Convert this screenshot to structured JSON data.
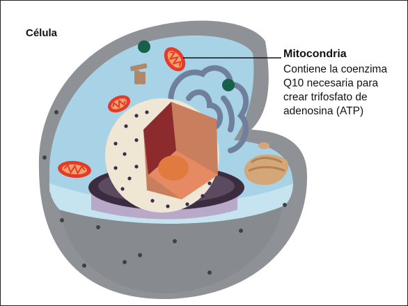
{
  "diagram": {
    "title": "Célula",
    "callout": {
      "heading": "Mitocondria",
      "description": "Contiene la coenzima Q10 necesaria para crear trifosfato de adenosina (ATP)"
    }
  },
  "colors": {
    "membrane": "#8e9196",
    "membrane_dark": "#6f7378",
    "cytoplasm": "#a8d3e6",
    "cytoplasm_light": "#c6e4f0",
    "nucleus_shell": "#efe6d4",
    "nucleolus_dark": "#8d2a2e",
    "nucleolus_orange": "#e07a3e",
    "mito_red": "#e23b2a",
    "vesicle_green": "#17604a",
    "reticulum": "#6f7f9c",
    "base_purple": "#b9a9c9",
    "envelope_dark": "#3b2d3f"
  }
}
